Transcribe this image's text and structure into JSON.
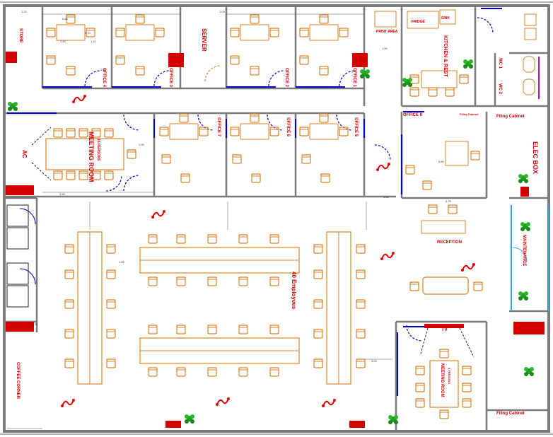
{
  "colors": {
    "wall": "#7a7a7a",
    "window": "#0000cc",
    "furniture": "#d9822b",
    "label": "#d40000",
    "plant": "#1f9e1f",
    "glass": "#3aa0e0",
    "column": "#d40000"
  },
  "rooms": {
    "store": "STORE",
    "server": "SERVER",
    "office1": "OFFICE 1",
    "office2": "OFFICE 2",
    "office3": "OFFICE 3",
    "office4": "OFFICE 4",
    "office5": "OFFICE 5",
    "office6": "OFFICE 6",
    "office7": "OFFICE 7",
    "office8": "OFFICE 8",
    "print_area": "PRINT AREA",
    "fridge": "FRIDGE",
    "sink": "SINK",
    "kitchen": "KITCHEN & REST",
    "wc1": "WC 1",
    "wc2": "WC 2",
    "filing_cabinet": "Filing Cabinet",
    "filing_cabinet_small": "Filing Cabinet",
    "filing_cabinet_2": "Filing Cabinet",
    "elec_box": "ELEC BOX",
    "meeting_room": "MEETING ROOM",
    "meeting_room_sub": "16 PERSONS",
    "meeting_room2": "MEETING ROOM",
    "meeting_room2_sub": "8 PERSONS",
    "reception": "RECEPTION",
    "maintenance": "MAINTENANCE",
    "employees": "40 Employees",
    "coffee_corner": "COFFEE CORNER",
    "tv": "TV",
    "ac": "AC"
  },
  "dimensions": [
    "1.20",
    "1.40",
    "1.10",
    "0.70",
    "0.65",
    "0.60",
    "1.00",
    "1.50",
    "1.76",
    "3.00",
    "3.50",
    "0.80",
    "0.75",
    "1.05",
    "1.30",
    "1.80"
  ]
}
